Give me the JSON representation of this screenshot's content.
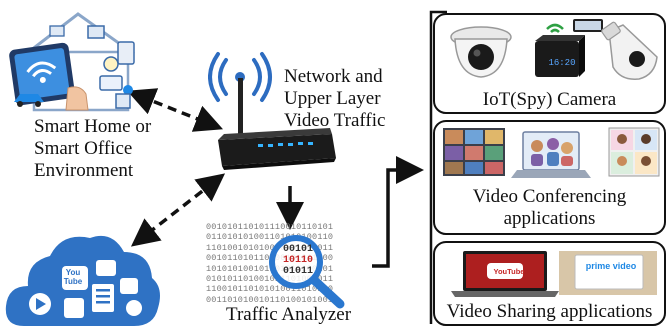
{
  "labels": {
    "smart_home": [
      "Smart Home or",
      "Smart Office",
      "Environment"
    ],
    "router": [
      "Network and",
      "Upper Layer",
      "Video Traffic"
    ],
    "analyzer": "Traffic Analyzer"
  },
  "panels": [
    {
      "label": [
        "IoT(Spy) Camera"
      ]
    },
    {
      "label": [
        "Video Conferencing",
        "applications"
      ]
    },
    {
      "label": [
        "Video Sharing applications"
      ]
    }
  ],
  "icon_text": {
    "youtube_cloud": "You Tube",
    "youtube_laptop": "YouTube",
    "prime": "prime video",
    "clock": "16:20"
  },
  "binary_rows": [
    "001010110101110010110101",
    "011010101001101010100110",
    "110100101010010101101011",
    "001011010110100101011100",
    "101010100101101011100101",
    "010101101001011101001011",
    "110010110101010011010110",
    "001101010010110100101001"
  ],
  "highlight_text": [
    "00101",
    "10110",
    "01011"
  ],
  "colors": {
    "accent": "#1e88e5",
    "cloud": "#2f72c4",
    "wifi": "#2d6cc0",
    "stroke": "#111111"
  }
}
